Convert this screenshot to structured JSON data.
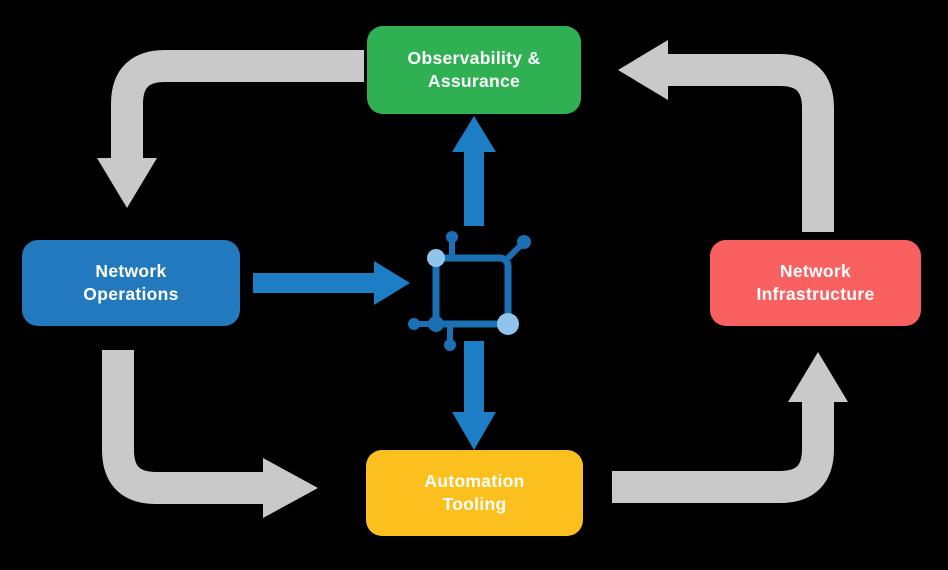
{
  "diagram": {
    "nodes": {
      "observability": {
        "line1": "Observability &",
        "line2": "Assurance",
        "color": "#2fb153"
      },
      "operations": {
        "line1": "Network",
        "line2": "Operations",
        "color": "#2379be"
      },
      "infrastructure": {
        "line1": "Network",
        "line2": "Infrastructure",
        "color": "#f96161"
      },
      "automation": {
        "line1": "Automation",
        "line2": "Tooling",
        "color": "#fcc01e"
      }
    },
    "colors": {
      "background": "#000000",
      "text": "#ffffff",
      "flow_arrow": "#c9c9c9",
      "data_arrow": "#1d7ec6",
      "icon_primary": "#1a6fb5",
      "icon_secondary": "#90c4ec"
    },
    "icon": {
      "name": "network-automation-icon"
    }
  }
}
